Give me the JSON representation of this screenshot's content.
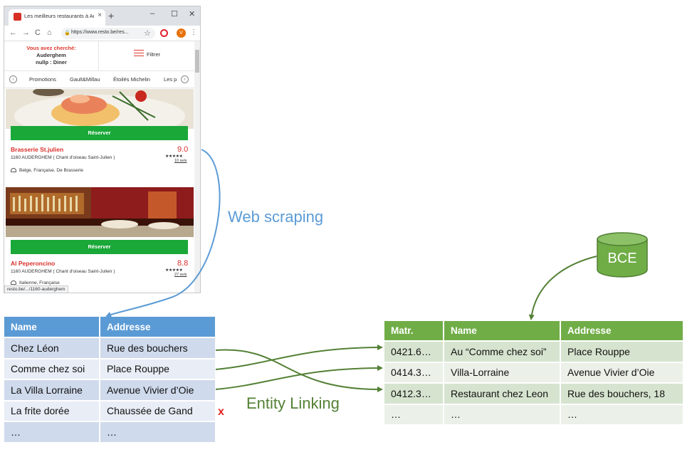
{
  "browser": {
    "tab_title": "Les meilleurs restaurants à Auderghem",
    "tab_close": "×",
    "new_tab": "+",
    "window_controls": [
      "–",
      "☐",
      "✕"
    ],
    "nav": {
      "back": "←",
      "forward": "→",
      "reload": "C",
      "home": "⌂"
    },
    "url": "https://www.resto.be/res...",
    "bookmark_star": "☆",
    "avatar_letter": "V",
    "kebab": "⋮",
    "search_summary": {
      "heading": "Vous avez cherché:",
      "location": "Auderghem",
      "details": "nullp  :  Diner"
    },
    "filter_label": "Filtrer",
    "categories": [
      "Promotions",
      "Gault&Millau",
      "Étoilés Michelin",
      "Les p"
    ],
    "cat_prev": "‹",
    "cat_next": "›",
    "restaurants": [
      {
        "reserve_label": "Réserver",
        "name": "Brasserie St.julien",
        "address": "1160 AUDERGHEM ( Chant d'oiseau Saint-Julien )",
        "score": "9.0",
        "stars": "★★★★★",
        "reviews": "10 avis",
        "cuisine": "Belge, Française, De Brasserie"
      },
      {
        "reserve_label": "Réserver",
        "name": "Al Peperoncino",
        "address": "1160 AUDERGHEM ( Chant d'oiseau Saint-Julien )",
        "score": "8.8",
        "stars": "★★★★★",
        "reviews": "27 avis",
        "cuisine": "Italienne, Française"
      }
    ],
    "status_url": "resto.be/.../1160-auderghem"
  },
  "scraped_table": {
    "headers": [
      "Name",
      "Addresse"
    ],
    "rows": [
      [
        "Chez Léon",
        "Rue des bouchers"
      ],
      [
        "Comme chez soi",
        "Place Rouppe"
      ],
      [
        "La Villa Lorraine",
        "Avenue Vivier d’Oie"
      ],
      [
        "La frite dorée",
        "Chaussée de Gand"
      ],
      [
        "…",
        "…"
      ]
    ]
  },
  "registry_table": {
    "headers": [
      "Matr.",
      "Name",
      "Addresse"
    ],
    "rows": [
      [
        "0421.6…",
        "Au “Comme chez soi”",
        "Place Rouppe"
      ],
      [
        "0414.3…",
        "Villa-Lorraine",
        "Avenue Vivier d’Oie"
      ],
      [
        "0412.3…",
        "Restaurant chez Leon",
        "Rue des bouchers, 18"
      ],
      [
        "…",
        "…",
        "…"
      ]
    ]
  },
  "labels": {
    "web_scraping": "Web scraping",
    "entity_linking": "Entity Linking",
    "no_match": "x",
    "database": "BCE"
  },
  "colors": {
    "scraping_blue": "#5b9bd5",
    "linking_green": "#538135",
    "registry_header": "#70ad47",
    "database_fill": "#70ad47",
    "no_match_red": "#e02020",
    "reserve_green": "#1aa839",
    "brand_red": "#d9302b"
  }
}
